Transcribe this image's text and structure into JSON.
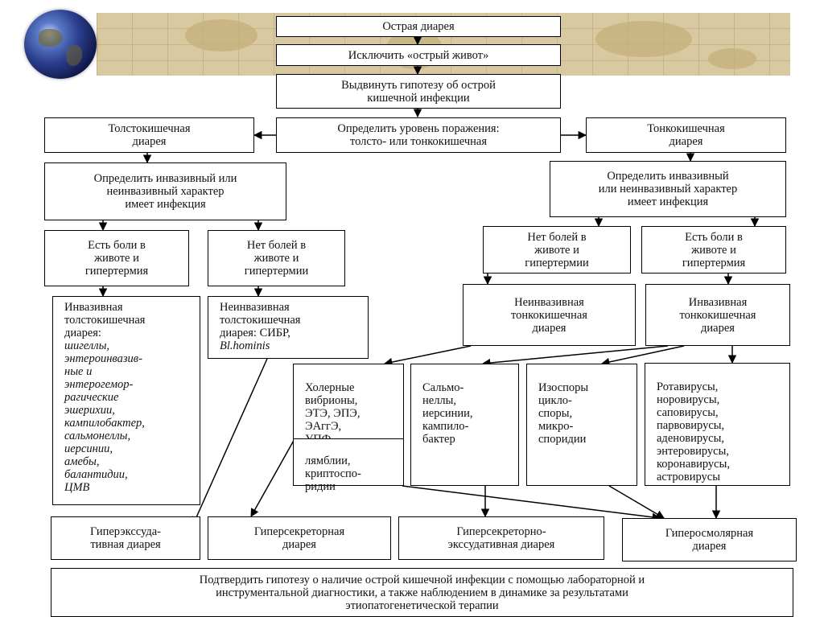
{
  "boxes": {
    "b1": "Острая диарея",
    "b2": "Исключить «острый живот»",
    "b3": "Выдвинуть гипотезу об острой\nкишечной инфекции",
    "b4": "Толстокишечная\nдиарея",
    "b5": "Определить уровень поражения:\nтолсто- или тонкокишечная",
    "b6": "Тонкокишечная\nдиарея",
    "b7": "Определить инвазивный или\nнеинвазивный характер\nимеет инфекция",
    "b8": "Определить инвазивный\nили неинвазивный характер\nимеет инфекция",
    "b9": "Есть боли в\nживоте и\nгипертермия",
    "b10": "Нет болей в\nживоте и\nгипертермии",
    "b11": "Нет болей в\nживоте и\nгипертермии",
    "b12": "Есть боли в\nживоте и\nгипертермия",
    "b13_title": "Инвазивная\nтолстокишечная\nдиарея:",
    "b13_list": "шигеллы,\nэнтероинвазив-\nные и\nэнтерогемор-\nрагические\nэшерихии,\nкампилобактер,\nсальмонеллы,\nиерсинии,\nамебы,\nбалантидии,\nЦМВ",
    "b14_title": "Неинвазивная\nтолстокишечная\nдиарея: СИБР,",
    "b14_italic": "Bl.hominis",
    "b15": "Неинвазивная\nтонкокишечная\nдиарея",
    "b16": "Инвазивная\nтонкокишечная\nдиарея",
    "b17": "Холерные\nвибрионы,\nЭТЭ, ЭПЭ,\nЭАггЭ,\nУПФ",
    "b17b": "лямблии,\nкриптоспо-\nридии",
    "b18": "Сальмо-\nнеллы,\nиерсинии,\nкампило-\nбактер",
    "b19": "Изоспоры\nцикло-\nспоры,\nмикро-\nспоридии",
    "b20": "Ротавирусы,\nноровирусы,\nсаповирусы,\nпарвовирусы,\nаденовирусы,\nэнтеровирусы,\nкоронавирусы,\nастровирусы",
    "b21": "Гиперэкссуда-\nтивная диарея",
    "b22": "Гиперсекреторная\nдиарея",
    "b23": "Гиперсекреторно-\nэкссудативная диарея",
    "b24": "Гиперосмолярная\nдиарея",
    "b25": "Подтвердить гипотезу о наличие острой кишечной инфекции с помощью лабораторной и\nинструментальной диагностики, а также наблюдением в динамике за результатами\nэтиопатогенетической терапии"
  }
}
